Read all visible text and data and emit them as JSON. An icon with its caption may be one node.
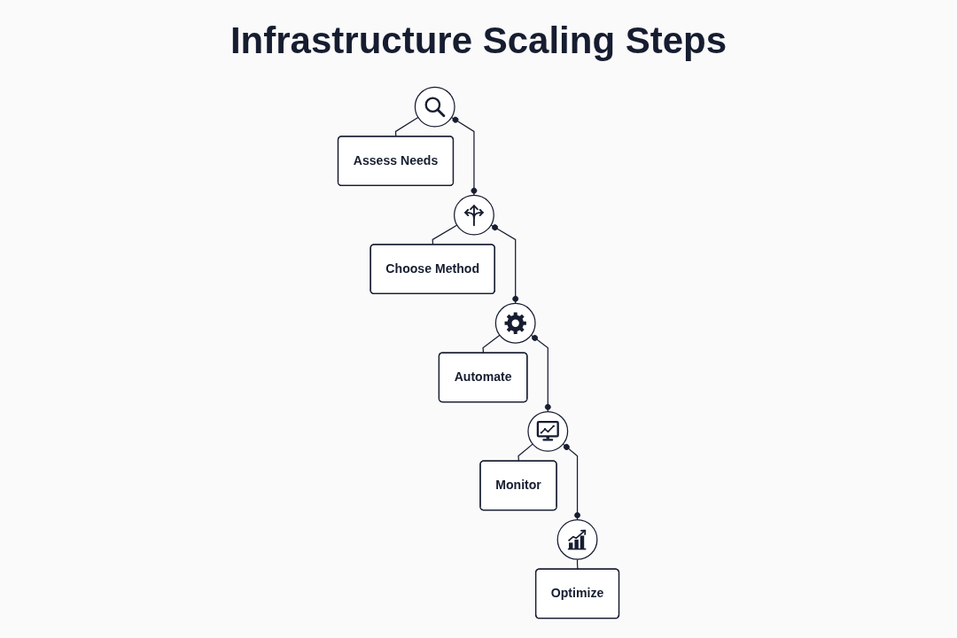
{
  "diagram": {
    "title": "Infrastructure Scaling Steps",
    "nodes": [
      {
        "text": [],
        "shape": "circle"
      },
      {
        "text": [
          "Assess Needs"
        ]
      },
      {
        "text": [],
        "shape": "circle"
      },
      {
        "text": [
          "Choose Method"
        ]
      },
      {
        "text": [],
        "shape": "circle"
      },
      {
        "text": [
          "Automate"
        ]
      },
      {
        "text": [],
        "shape": "circle"
      },
      {
        "text": [
          "Monitor"
        ]
      },
      {
        "text": [],
        "shape": "circle"
      },
      {
        "text": [
          "Optimize"
        ]
      }
    ],
    "edges": [
      {
        "from": 0,
        "to": 1,
        "arrow": "none"
      },
      {
        "from": 0,
        "to": 2,
        "arrow": "other"
      },
      {
        "from": 2,
        "to": 3,
        "arrow": "none"
      },
      {
        "from": 2,
        "to": 4,
        "arrow": "other"
      },
      {
        "from": 4,
        "to": 5,
        "arrow": "none"
      },
      {
        "from": 4,
        "to": 6,
        "arrow": "other"
      },
      {
        "from": 6,
        "to": 7,
        "arrow": "none"
      },
      {
        "from": 6,
        "to": 8,
        "arrow": "other"
      },
      {
        "from": 8,
        "to": 9,
        "arrow": "none"
      }
    ]
  }
}
